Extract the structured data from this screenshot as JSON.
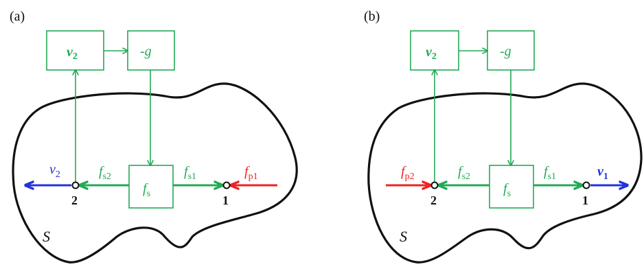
{
  "panels": [
    {
      "id": "a",
      "label": "(a)",
      "region": "S",
      "box_v2": {
        "main": "v",
        "sub": "2"
      },
      "box_g": "-g",
      "box_fs": {
        "main": "f",
        "sub": "s"
      },
      "fs2": {
        "main": "f",
        "sub": "s2"
      },
      "fs1": {
        "main": "f",
        "sub": "s1"
      },
      "outer_left": {
        "main": "v",
        "sub": "2",
        "color": "#2233dd"
      },
      "outer_right": {
        "main": "f",
        "sub": "p1",
        "color": "#ee2222"
      },
      "node_left": "2",
      "node_right": "1"
    },
    {
      "id": "b",
      "label": "(b)",
      "region": "S",
      "box_v2": {
        "main": "v",
        "sub": "2"
      },
      "box_g": "-g",
      "box_fs": {
        "main": "f",
        "sub": "s"
      },
      "fs2": {
        "main": "f",
        "sub": "s2"
      },
      "fs1": {
        "main": "f",
        "sub": "s1"
      },
      "outer_left": {
        "main": "f",
        "sub": "p2",
        "color": "#ee2222"
      },
      "outer_right": {
        "main": "v",
        "sub": "1",
        "color": "#2233dd"
      },
      "node_left": "2",
      "node_right": "1"
    }
  ],
  "colors": {
    "green": "#22aa55",
    "blue": "#2233dd",
    "red": "#ee2222",
    "black": "#111111"
  }
}
